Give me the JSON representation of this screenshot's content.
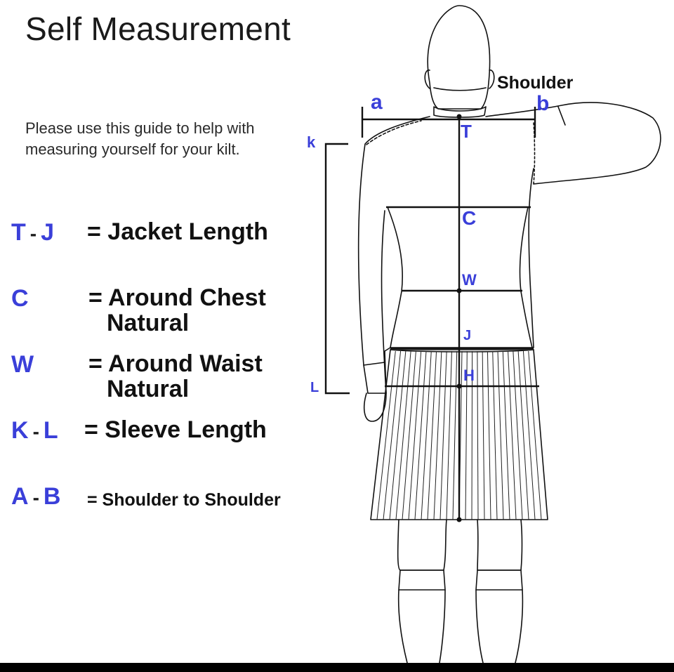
{
  "title": "Self Measurement",
  "intro": "Please use this guide to help with measuring yourself for your kilt.",
  "legend": [
    {
      "from": "T",
      "sep": "-",
      "to": "J",
      "description": "= Jacket Length",
      "continuation": ""
    },
    {
      "from": "C",
      "sep": "",
      "to": "",
      "description": "= Around Chest",
      "continuation": "Natural"
    },
    {
      "from": "W",
      "sep": "",
      "to": "",
      "description": "= Around Waist",
      "continuation": "Natural"
    },
    {
      "from": "K",
      "sep": "-",
      "to": "L",
      "description": "= Sleeve Length",
      "continuation": ""
    },
    {
      "from": "A",
      "sep": "-",
      "to": "B",
      "description": "= Shoulder to Shoulder",
      "continuation": ""
    }
  ],
  "figure_labels": {
    "a": "a",
    "b": "b",
    "shoulder": "Shoulder",
    "k": "k",
    "l": "L",
    "t": "T",
    "c": "C",
    "w": "W",
    "j": "J",
    "h": "H"
  },
  "colors": {
    "label_blue": "#3a3fd9",
    "text": "#111111",
    "line": "#111111"
  }
}
